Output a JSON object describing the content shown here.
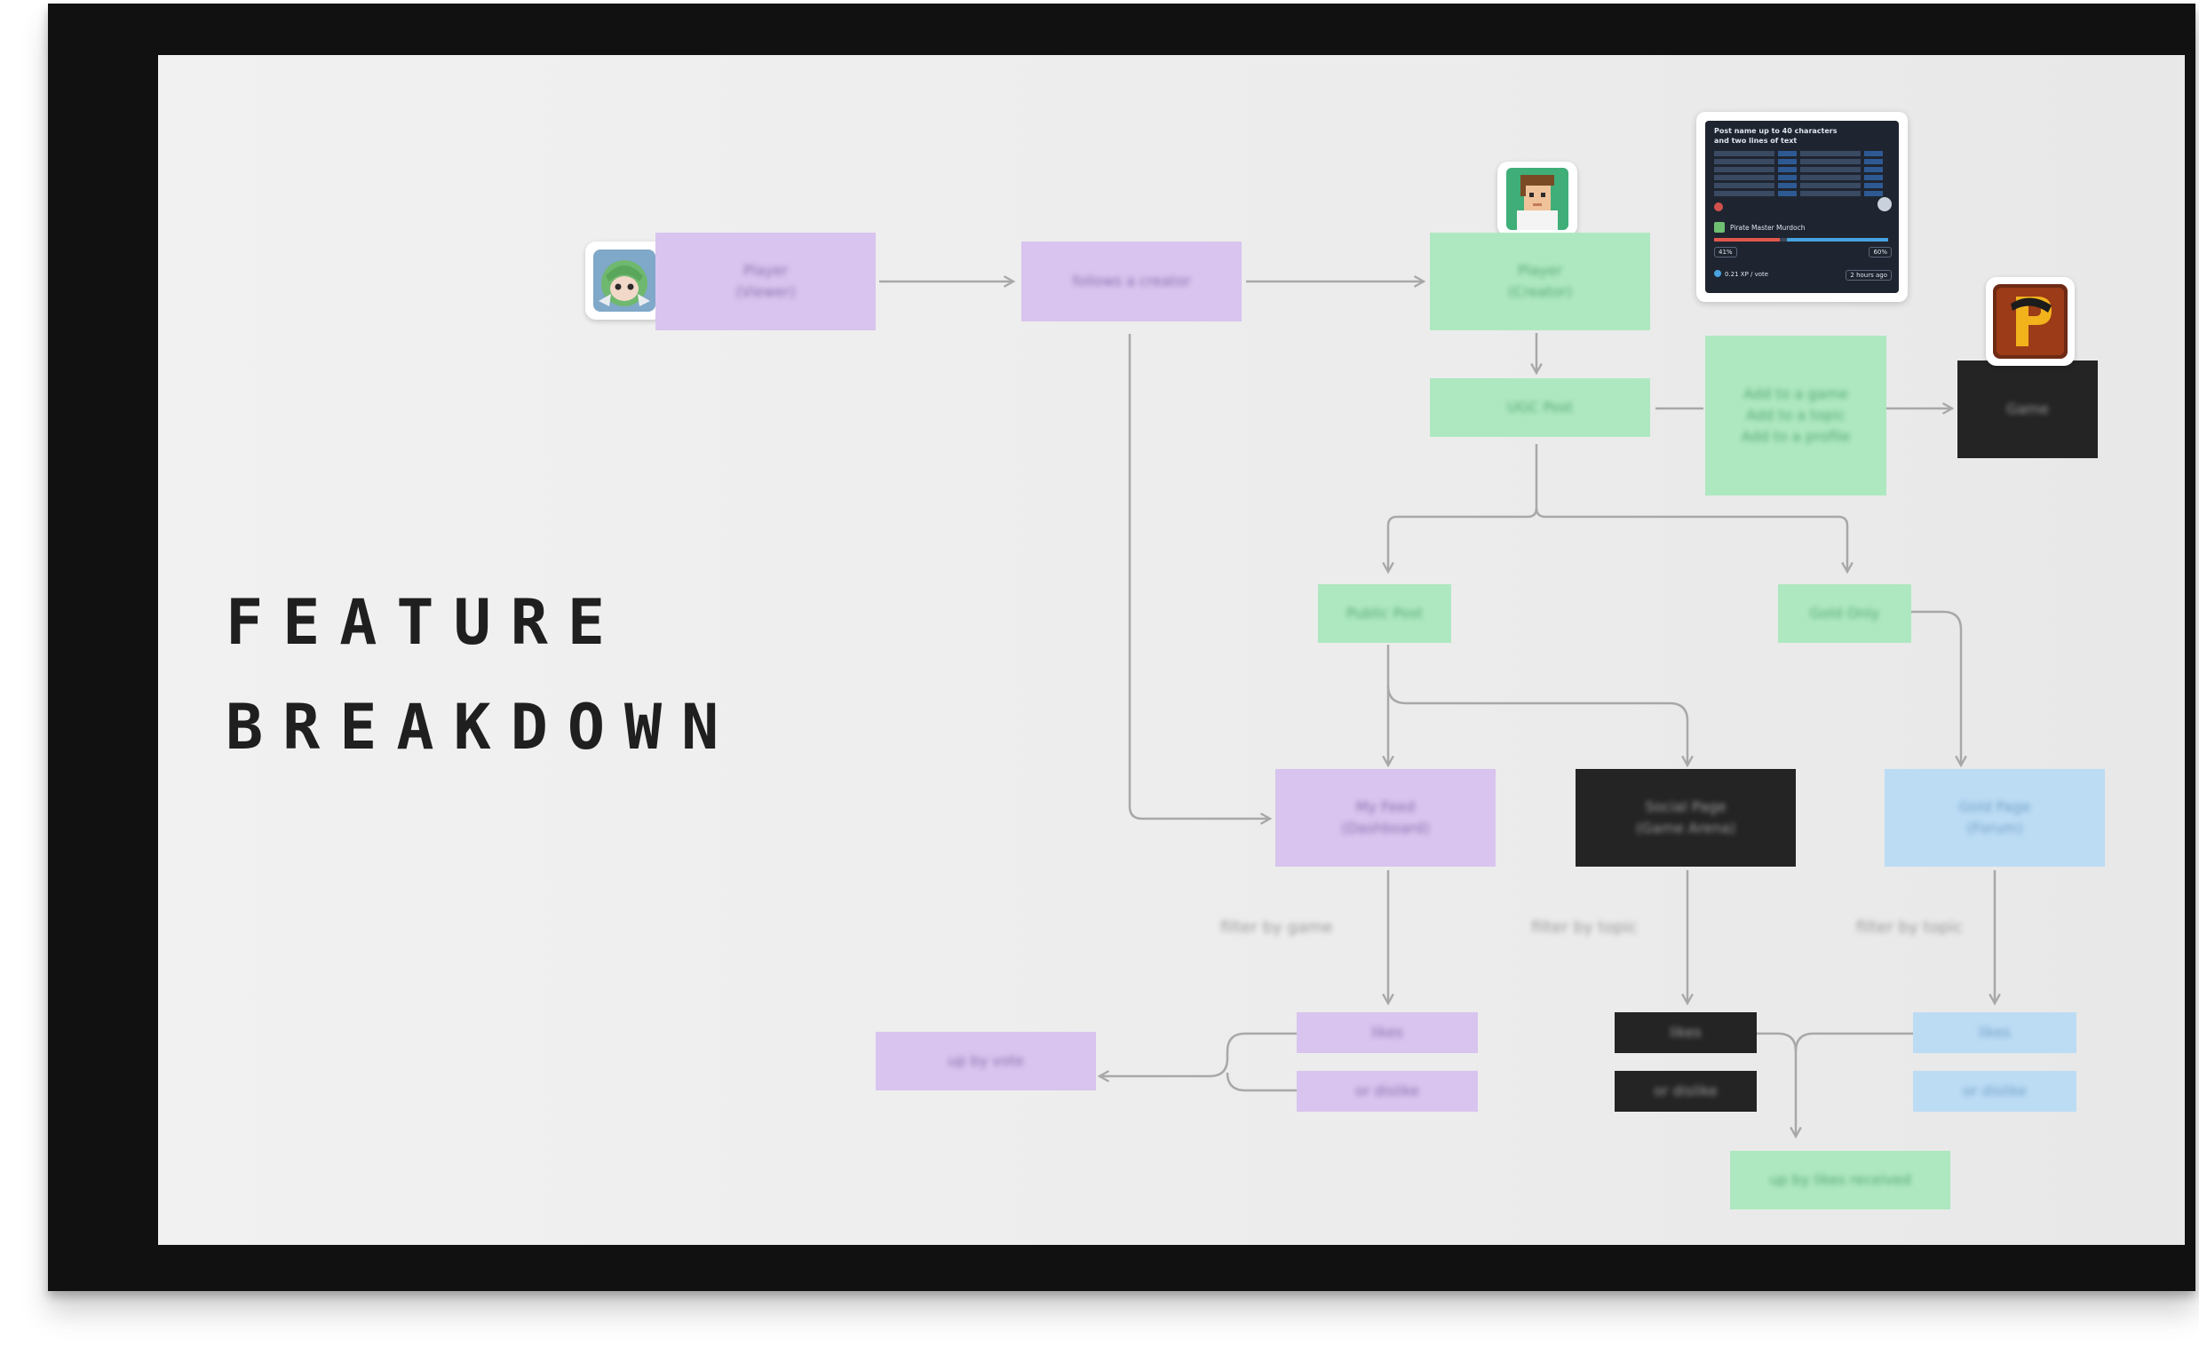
{
  "heading": {
    "line1": "FEATURE",
    "line2": "BREAKDOWN"
  },
  "nodes": {
    "player_viewer": "Player\n(Viewer)",
    "follows_creator": "follows a creator",
    "player_creator": "Player\n(Creator)",
    "ugc_post": "UGC Post",
    "add_options": "Add to a game\nAdd to a topic\nAdd to a profile",
    "game_tag": "Game",
    "public_post": "Public Post",
    "gold_only": "Gold Only",
    "my_feed": "My Feed\n(Dashboard)",
    "social_page": "Social Page\n(Game Arena)",
    "gold_page": "Gold Page\n(Forum)",
    "likes_1": "likes",
    "dislikes_1": "or dislike",
    "up_by_vote": "up by vote",
    "likes_2": "likes",
    "dislikes_2": "or dislike",
    "likes_3": "likes",
    "dislikes_3": "or dislike",
    "up_by_likes": "up by likes received"
  },
  "edge_labels": {
    "filter_game": "filter by game",
    "filter_topic_1": "filter by topic",
    "filter_topic_2": "filter by topic"
  },
  "post_card": {
    "heading": "Post name up to 40 characters and two lines of text",
    "author": "Pirate Master Murdoch",
    "pct_left": "41%",
    "pct_right": "60%",
    "reward": "0.21 XP / vote",
    "time": "2 hours ago"
  },
  "colors": {
    "purple": "#d8c4ee",
    "green": "#aee8c0",
    "black": "#242424",
    "blue": "#bcdcf4",
    "wire": "#a8a8a8"
  }
}
